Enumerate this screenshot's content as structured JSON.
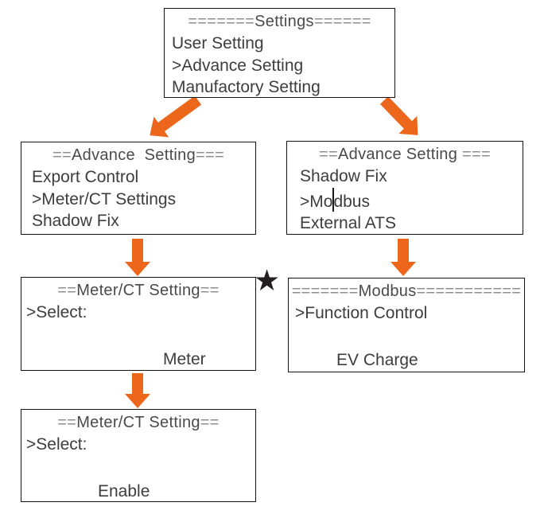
{
  "palette": {
    "arrow_orange": "#EC671B",
    "box_border": "#141414",
    "menu_text": "#3d3d3d",
    "equals_gray": "#8f8f8f",
    "star_black": "#231f20"
  },
  "star_marker": "★",
  "screens": {
    "settings": {
      "title": {
        "eq_left": "=======",
        "text": "Settings",
        "eq_right": "======"
      },
      "lines": [
        "User Setting",
        ">Advance Setting",
        "Manufactory Setting"
      ]
    },
    "advance_left": {
      "title": {
        "eq_left": "==",
        "text": "Advance  Setting",
        "eq_right": "==="
      },
      "lines": [
        "Export Control",
        ">Meter/CT Settings",
        "Shadow Fix"
      ]
    },
    "advance_right": {
      "title": {
        "eq_left": "==",
        "text": "Advance Setting ",
        "eq_right": "==="
      },
      "line_1": "Shadow Fix",
      "line_2_pre_cursor": ">Mo",
      "line_2_post_cursor": "dbus",
      "line_3": "External ATS"
    },
    "meter_ct_1": {
      "title": {
        "eq_left": "==",
        "text": "Meter/CT Setting",
        "eq_right": "=="
      },
      "line": ">Select:",
      "value": "Meter"
    },
    "modbus": {
      "title": {
        "eq_left": "=======",
        "text": "Modbus",
        "eq_right": "==========="
      },
      "line": ">Function Control",
      "value": "EV Charge"
    },
    "meter_ct_2": {
      "title": {
        "eq_left": "==",
        "text": "Meter/CT Setting",
        "eq_right": "=="
      },
      "line": ">Select:",
      "value": "Enable"
    }
  }
}
